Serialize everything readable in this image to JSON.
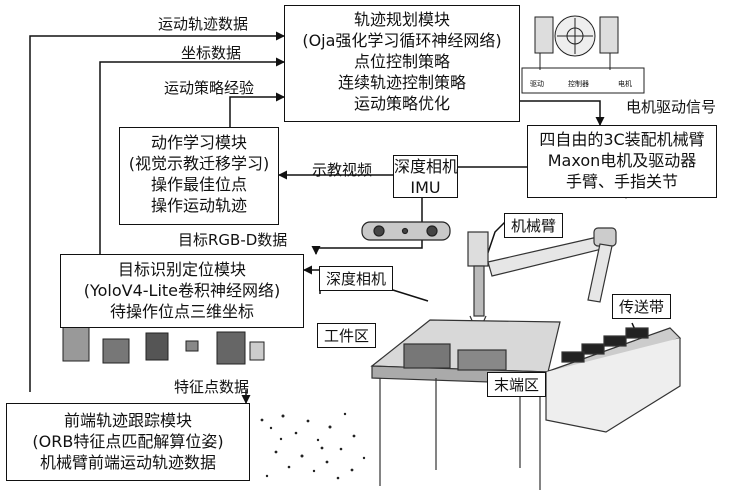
{
  "modules": {
    "trajectory_planning": {
      "title": "轨迹规划模块",
      "lines": [
        "(Oja强化学习循环神经网络)",
        "点位控制策略",
        "连续轨迹控制策略",
        "运动策略优化"
      ]
    },
    "action_learning": {
      "title": "动作学习模块",
      "lines": [
        "(视觉示教迁移学习)",
        "操作最佳位点",
        "操作运动轨迹"
      ]
    },
    "target_recognition": {
      "title": "目标识别定位模块",
      "lines": [
        "(YoloV4-Lite卷积神经网络)",
        "待操作位点三维坐标"
      ]
    },
    "frontend_tracking": {
      "title": "前端轨迹跟踪模块",
      "lines": [
        "(ORB特征点匹配解算位姿)",
        "机械臂前端运动轨迹数据"
      ]
    },
    "robot_arm": {
      "title": "四自由的3C装配机械臂",
      "lines": [
        "Maxon电机及驱动器",
        "手臂、手指关节"
      ]
    },
    "sensor": {
      "line1": "深度相机",
      "line2": "IMU"
    }
  },
  "edge_labels": {
    "motion_trajectory_data": "运动轨迹数据",
    "coordinate_data": "坐标数据",
    "motion_strategy_experience": "运动策略经验",
    "motor_drive_signal": "电机驱动信号",
    "teaching_video": "示教视频",
    "target_rgbd_data": "目标RGB-D数据",
    "feature_point_data": "特征点数据"
  },
  "scene_labels": {
    "robot_arm": "机械臂",
    "depth_camera": "深度相机",
    "work_area": "工件区",
    "conveyor": "传送带",
    "end_area": "末端区"
  },
  "schematic": {
    "left_label": "驱动",
    "center_label": "控制器",
    "right_label": "电机"
  }
}
